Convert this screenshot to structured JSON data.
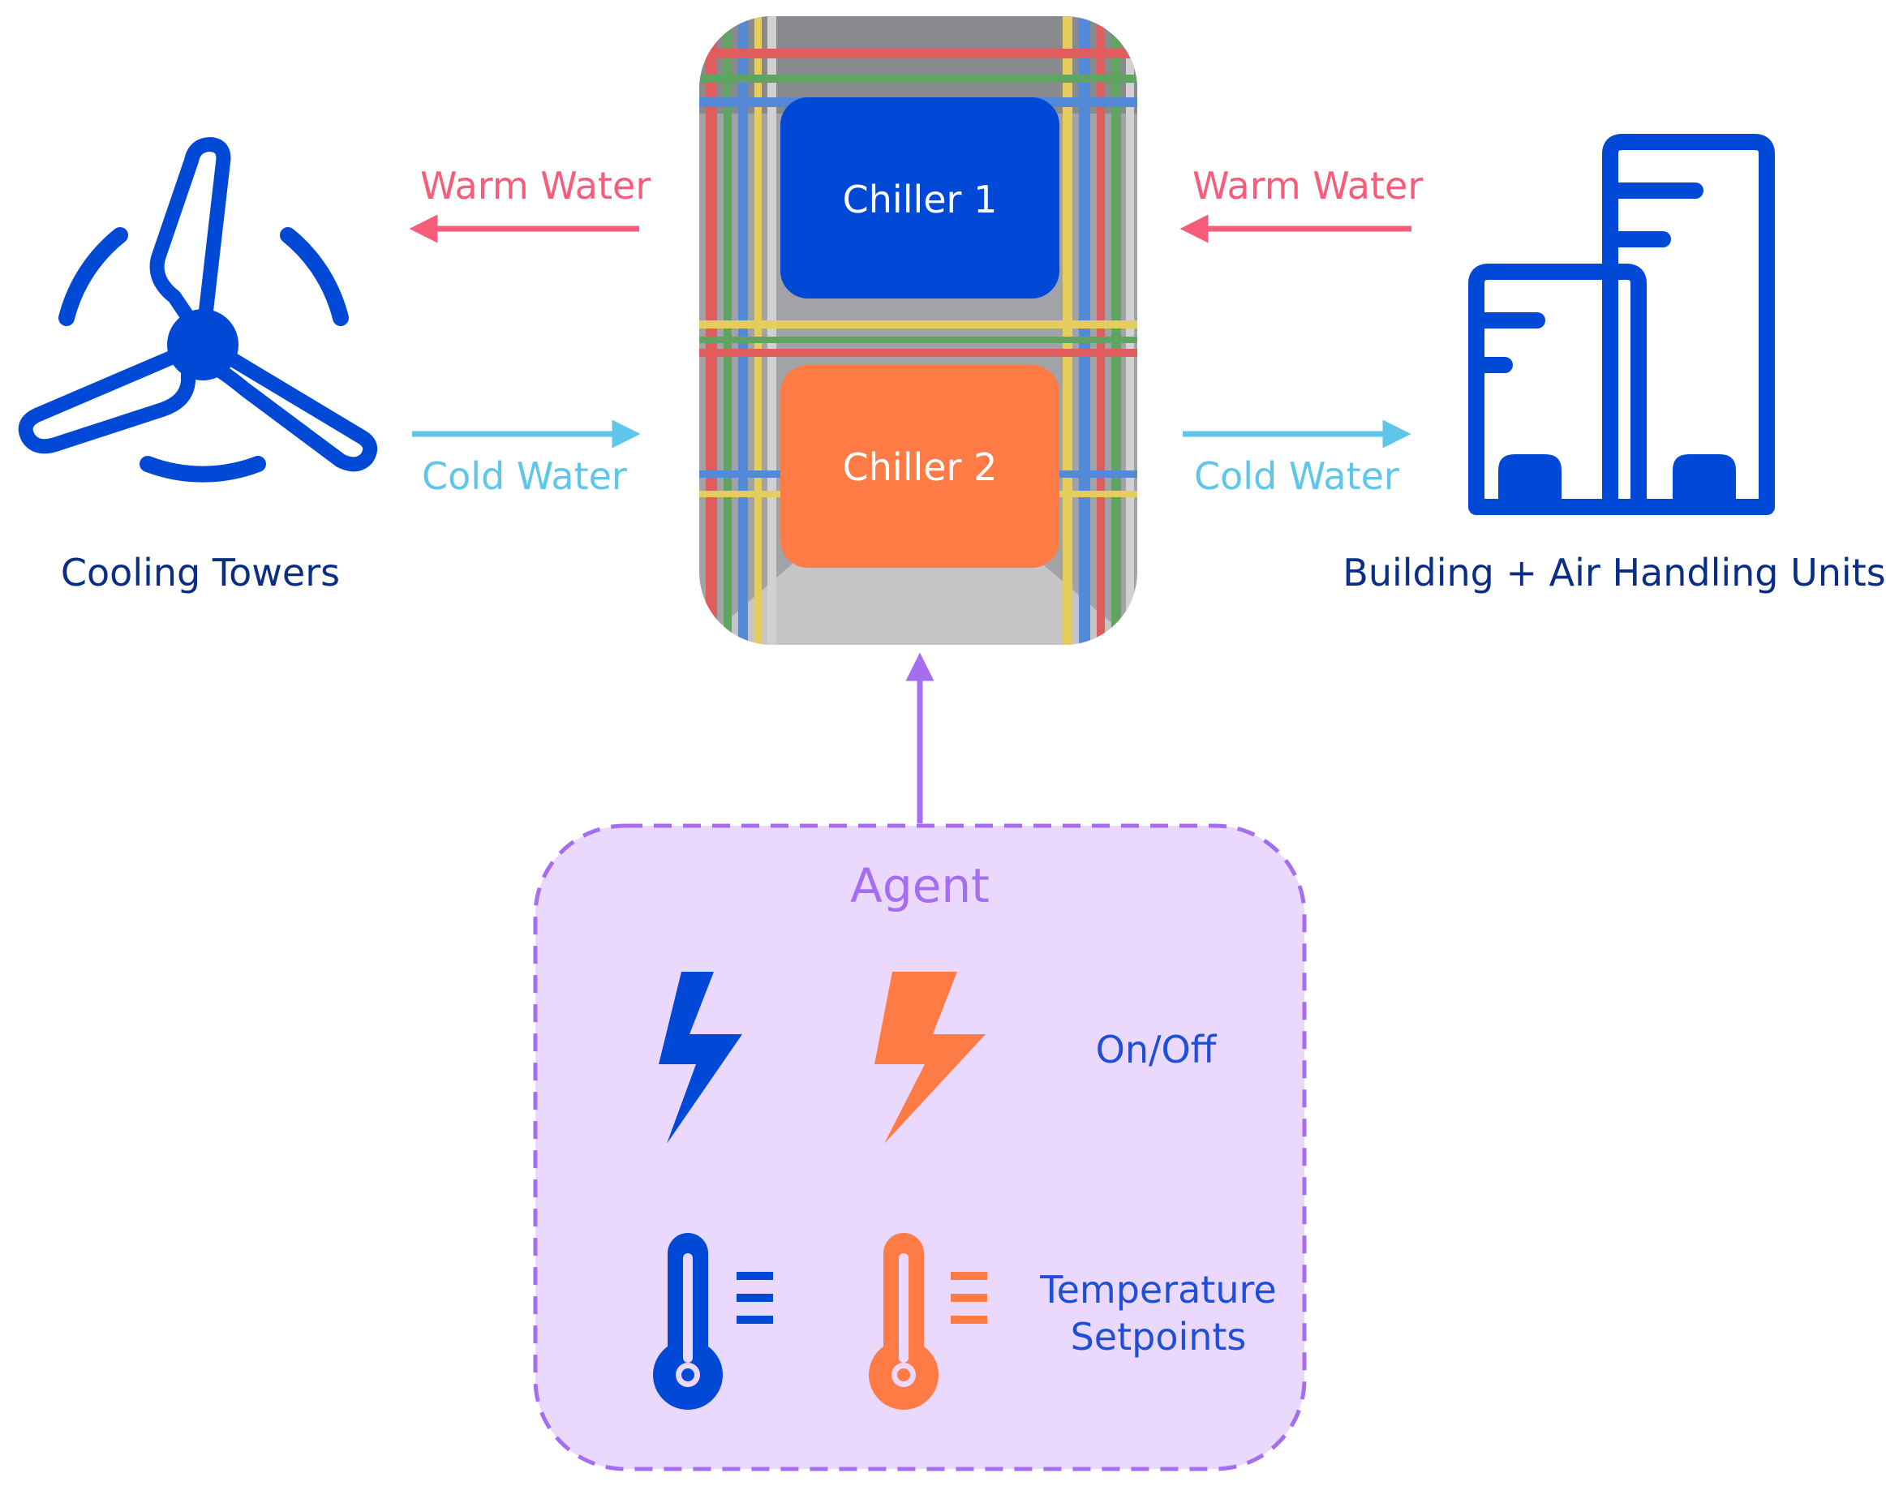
{
  "colors": {
    "blue": "#0049D6",
    "orange": "#FF7B45",
    "warm_water": "#F55D7A",
    "cold_water": "#5EC6EB",
    "agent_purple": "#A56EF0",
    "agent_fill": "#EAD9FD",
    "dark_label": "#0A2E85",
    "agent_label_blue": "#1E4FD8"
  },
  "cooling_towers": {
    "label": "Cooling Towers",
    "icon": "wind-turbine-icon"
  },
  "building": {
    "label": "Building + Air Handling Units",
    "icon": "building-icon"
  },
  "plant": {
    "background_icon": "industrial-pipes-photo",
    "chillers": [
      {
        "label": "Chiller 1",
        "color": "#0049D6"
      },
      {
        "label": "Chiller 2",
        "color": "#FF7B45"
      }
    ]
  },
  "flows": {
    "left_warm": "Warm Water",
    "left_cold": "Cold Water",
    "right_warm": "Warm Water",
    "right_cold": "Cold Water"
  },
  "agent": {
    "title": "Agent",
    "on_off_label": "On/Off",
    "setpoint_label_line1": "Temperature",
    "setpoint_label_line2": "Setpoints",
    "icons": [
      "lightning-icon",
      "lightning-icon",
      "thermometer-icon",
      "thermometer-icon"
    ]
  }
}
